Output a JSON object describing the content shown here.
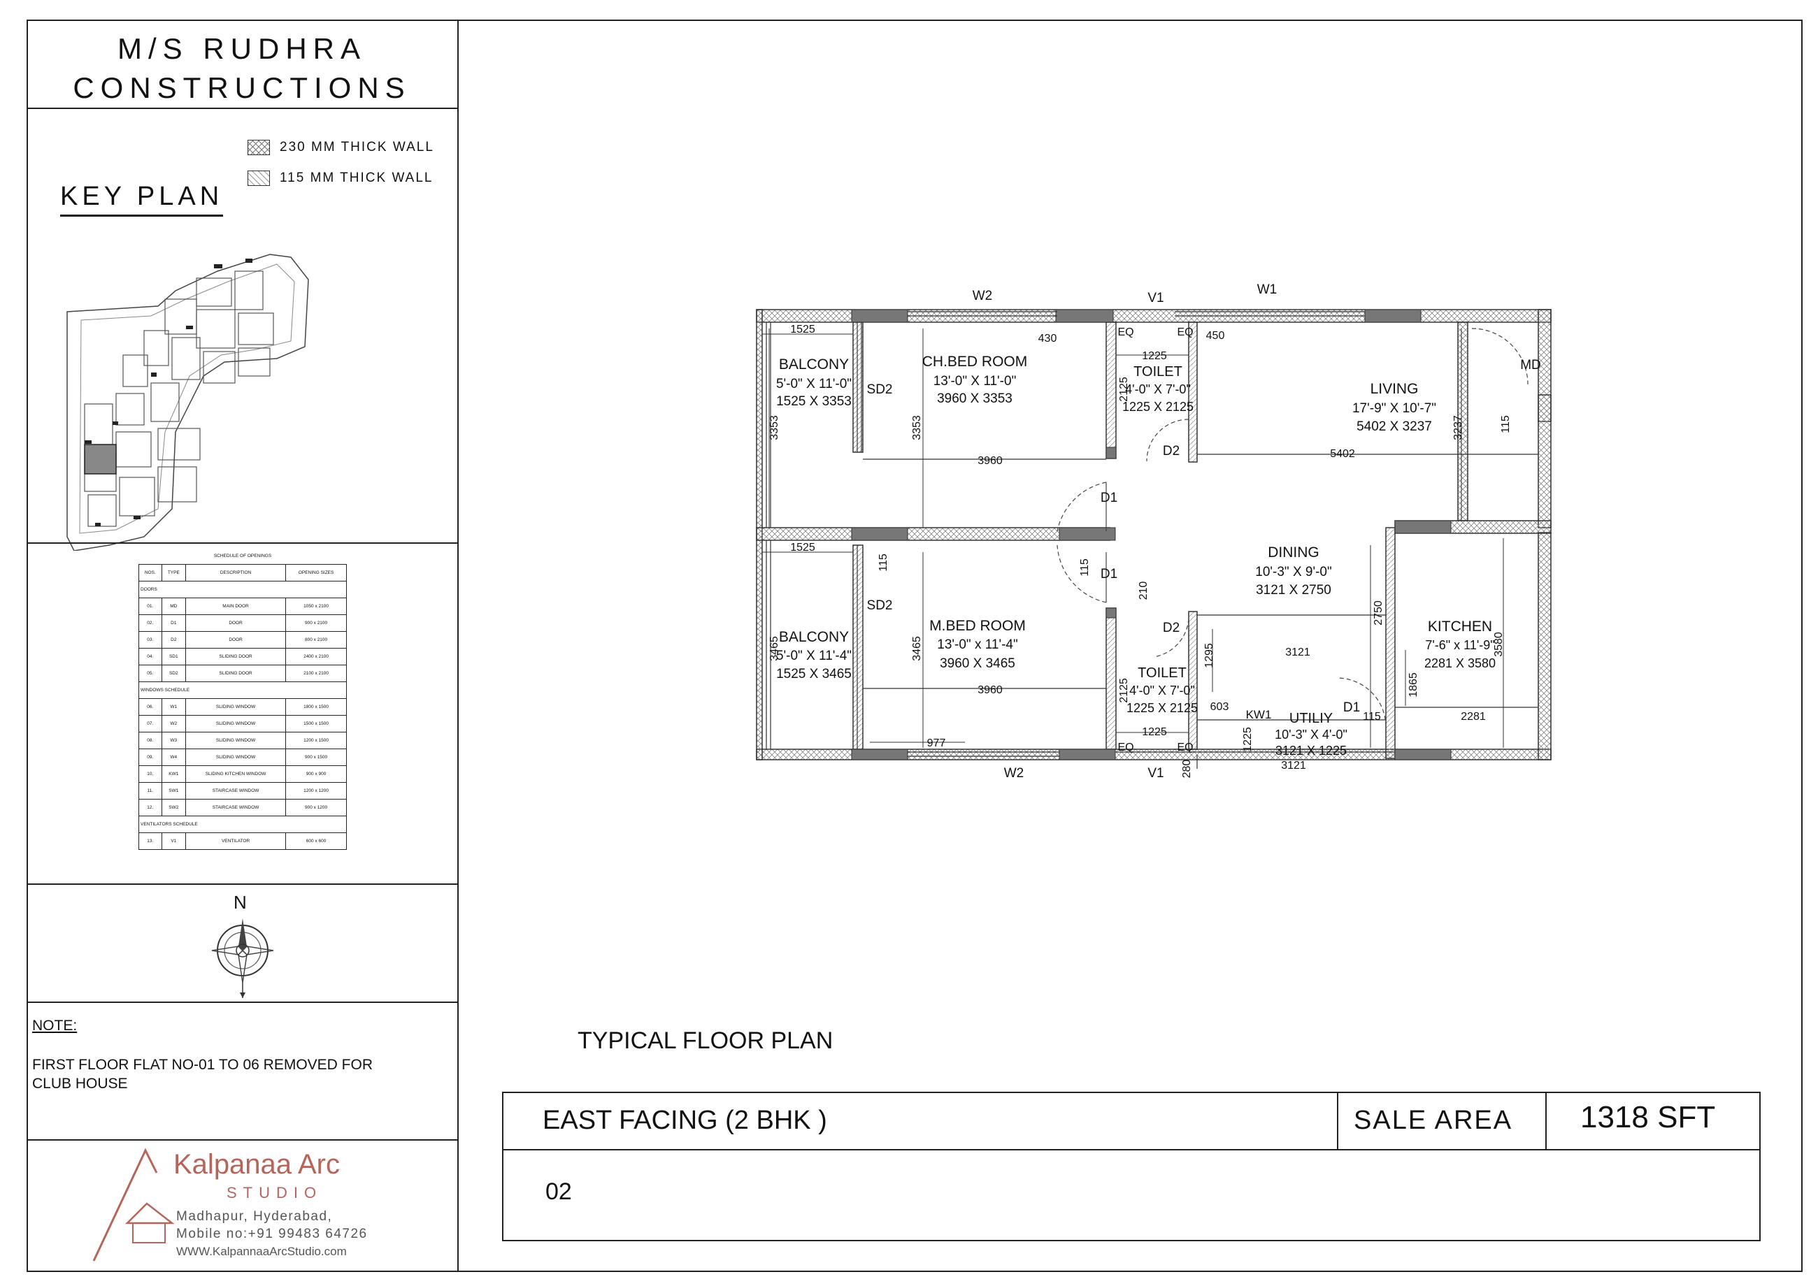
{
  "company": {
    "line1": "M/S RUDHRA",
    "line2": "CONSTRUCTIONS"
  },
  "legend": [
    {
      "label": "230 MM THICK WALL",
      "pattern": "cross-hatch"
    },
    {
      "label": "115 MM THICK WALL",
      "pattern": "diagonal-hatch"
    }
  ],
  "key_plan": {
    "title": "KEY PLAN"
  },
  "schedule": {
    "title": "SCHEDULE OF OPENINGS",
    "headers": [
      "NOS.",
      "TYPE",
      "DESCRIPTION",
      "OPENING SIZES"
    ],
    "doors_label": "DOORS",
    "doors": [
      [
        "01.",
        "MD",
        "MAIN DOOR",
        "1050 x 2100"
      ],
      [
        "02.",
        "D1",
        "DOOR",
        "900 x 2100"
      ],
      [
        "03.",
        "D2",
        "DOOR",
        "800 x 2100"
      ],
      [
        "04.",
        "SD1",
        "SLIDING DOOR",
        "2400 x 2100"
      ],
      [
        "05.",
        "SD2",
        "SLIDING DOOR",
        "2100 x 2100"
      ]
    ],
    "windows_label": "WINDOWS SCHEDULE",
    "windows": [
      [
        "06.",
        "W1",
        "SLIDING WINDOW",
        "1800 x 1500"
      ],
      [
        "07.",
        "W2",
        "SLIDING WINDOW",
        "1500 x 1500"
      ],
      [
        "08.",
        "W3",
        "SLIDING WINDOW",
        "1200 x 1500"
      ],
      [
        "09.",
        "W4",
        "SLIDING WINDOW",
        "900 x 1500"
      ],
      [
        "10.",
        "KW1",
        "SLIDING KITCHEN WINDOW",
        "900 x 900"
      ],
      [
        "11.",
        "SW1",
        "STAIRCASE WINDOW",
        "1200 x 1200"
      ],
      [
        "12.",
        "SW2",
        "STAIRCASE WINDOW",
        "900 x 1200"
      ]
    ],
    "ventilators_label": "VENTILATORS SCHEDULE",
    "ventilators": [
      [
        "13.",
        "V1",
        "VENTILATOR",
        "600 x 600"
      ]
    ]
  },
  "north": {
    "label": "N"
  },
  "note": {
    "title": "NOTE:",
    "line1": "FIRST FLOOR  FLAT NO-01 TO 06 REMOVED FOR",
    "line2": "CLUB HOUSE"
  },
  "logo": {
    "name": "Kalpanaa Arc",
    "studio": "STUDIO",
    "address": "Madhapur, Hyderabad,",
    "mobile": "Mobile no:+91 99483 64726",
    "web": "WWW.KalpannaaArcStudio.com"
  },
  "plan_title": "TYPICAL FLOOR PLAN",
  "title_block": {
    "facing": "EAST FACING  (2 BHK )",
    "sale_area_label": "SALE AREA",
    "sale_area_value": "1318 SFT",
    "flat_no": "02"
  },
  "plan": {
    "rooms": {
      "balcony1": {
        "name": "BALCONY",
        "imperial": "5'-0\" X 11'-0\"",
        "metric": "1525 X 3353"
      },
      "chbed": {
        "name": "CH.BED ROOM",
        "imperial": "13'-0\" X 11'-0\"",
        "metric": "3960 X 3353"
      },
      "toilet1": {
        "name": "TOILET",
        "imperial": "4'-0\" X 7'-0\"",
        "metric": "1225 X 2125"
      },
      "living": {
        "name": "LIVING",
        "imperial": "17'-9\" X 10'-7\"",
        "metric": "5402 X 3237"
      },
      "dining": {
        "name": "DINING",
        "imperial": "10'-3\" X 9'-0\"",
        "metric": "3121 X 2750"
      },
      "balcony2": {
        "name": "BALCONY",
        "imperial": "5'-0\" X 11'-4\"",
        "metric": "1525 X 3465"
      },
      "mbed": {
        "name": "M.BED ROOM",
        "imperial": "13'-0\" x 11'-4\"",
        "metric": "3960 X 3465"
      },
      "toilet2": {
        "name": "TOILET",
        "imperial": "4'-0\" X 7'-0\"",
        "metric": "1225 X 2125"
      },
      "kitchen": {
        "name": "KITCHEN",
        "imperial": "7'-6\" x 11'-9\"",
        "metric": "2281 X 3580"
      },
      "utility": {
        "name": "UTILIY",
        "imperial": "10'-3\" X 4'-0\"",
        "metric": "3121 X 1225"
      }
    },
    "openings": {
      "w2": "W2",
      "v1": "V1",
      "w1": "W1",
      "eq": "EQ",
      "md": "MD",
      "d1": "D1",
      "d2": "D2",
      "sd2": "SD2",
      "kw1": "KW1"
    },
    "dims": {
      "d1525": "1525",
      "d3353": "3353",
      "d3960": "3960",
      "d430": "430",
      "d1225": "1225",
      "d450": "450",
      "d2125": "2125",
      "d3237": "3237",
      "d5402": "5402",
      "d115": "115",
      "d3465": "3465",
      "d210": "210",
      "d2750": "2750",
      "d3580": "3580",
      "d3121": "3121",
      "d1295": "1295",
      "d1865": "1865",
      "d2281": "2281",
      "d603": "603",
      "d977": "977",
      "d280": "280"
    }
  },
  "colors": {
    "line": "#222222",
    "logo": "#b5655a",
    "wall_fill": "#777777"
  }
}
